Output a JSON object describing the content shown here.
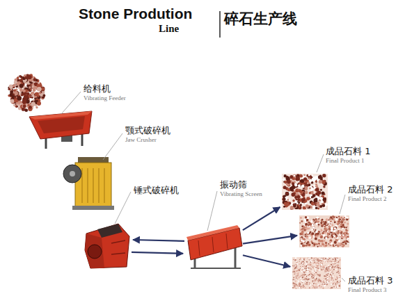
{
  "diagram": {
    "title": "Stone Prodution",
    "nodes": [
      {
        "text": [
          "给料机",
          "Vibrating Feeder"
        ]
      },
      {
        "text": [
          "颚式破碎机",
          "Jaw Crusher"
        ]
      },
      {
        "text": [
          "锤式破碎机"
        ]
      },
      {
        "text": [
          "振动筛",
          "Vibrating Screen"
        ]
      },
      {
        "text": [
          "成品石料 1",
          "Final Product 1"
        ]
      },
      {
        "text": [
          "成品石料 2",
          "Final Product 2"
        ]
      },
      {
        "text": [
          "成品石料 3",
          "Final Product 3"
        ]
      }
    ],
    "edges": [
      {
        "from": 3,
        "to": 2,
        "arrow": "to"
      },
      {
        "from": 2,
        "to": 3,
        "arrow": "to"
      },
      {
        "from": 3,
        "to": 4,
        "arrow": "to"
      },
      {
        "from": 3,
        "to": 5,
        "arrow": "to"
      },
      {
        "from": 3,
        "to": 6,
        "arrow": "to"
      }
    ],
    "labels": [
      "Line",
      "碎石生产线"
    ]
  }
}
